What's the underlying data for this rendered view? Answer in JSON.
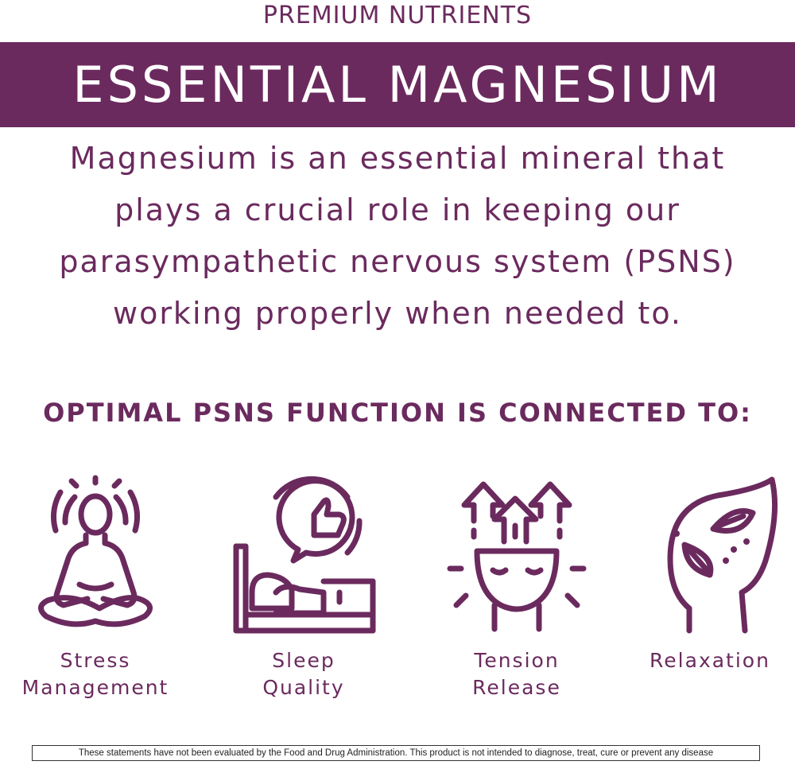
{
  "header": {
    "brand": "PREMIUM NUTRIENTS",
    "title": "ESSENTIAL MAGNESIUM"
  },
  "intro": {
    "lines": [
      "Magnesium is an essential mineral that",
      "plays a crucial role in keeping our",
      "parasympathetic nervous system (PSNS)",
      "working properly when needed to."
    ]
  },
  "section": {
    "heading": "OPTIMAL PSNS FUNCTION IS CONNECTED TO:"
  },
  "benefits": [
    {
      "icon": "meditation-icon",
      "lines": [
        "Stress",
        "Management"
      ]
    },
    {
      "icon": "sleep-bed-icon",
      "lines": [
        "Sleep",
        "Quality"
      ]
    },
    {
      "icon": "head-arrows-icon",
      "lines": [
        "Tension",
        "Release"
      ]
    },
    {
      "icon": "leaf-head-icon",
      "lines": [
        "Relaxation"
      ]
    }
  ],
  "footer": {
    "disclaimer": "These statements have not been evaluated by the Food and Drug Administration. This product is not intended to diagnose, treat, cure or prevent any disease"
  },
  "colors": {
    "brand_purple": "#6b2a5e",
    "background": "#ffffff",
    "disclaimer_text": "#222222"
  }
}
